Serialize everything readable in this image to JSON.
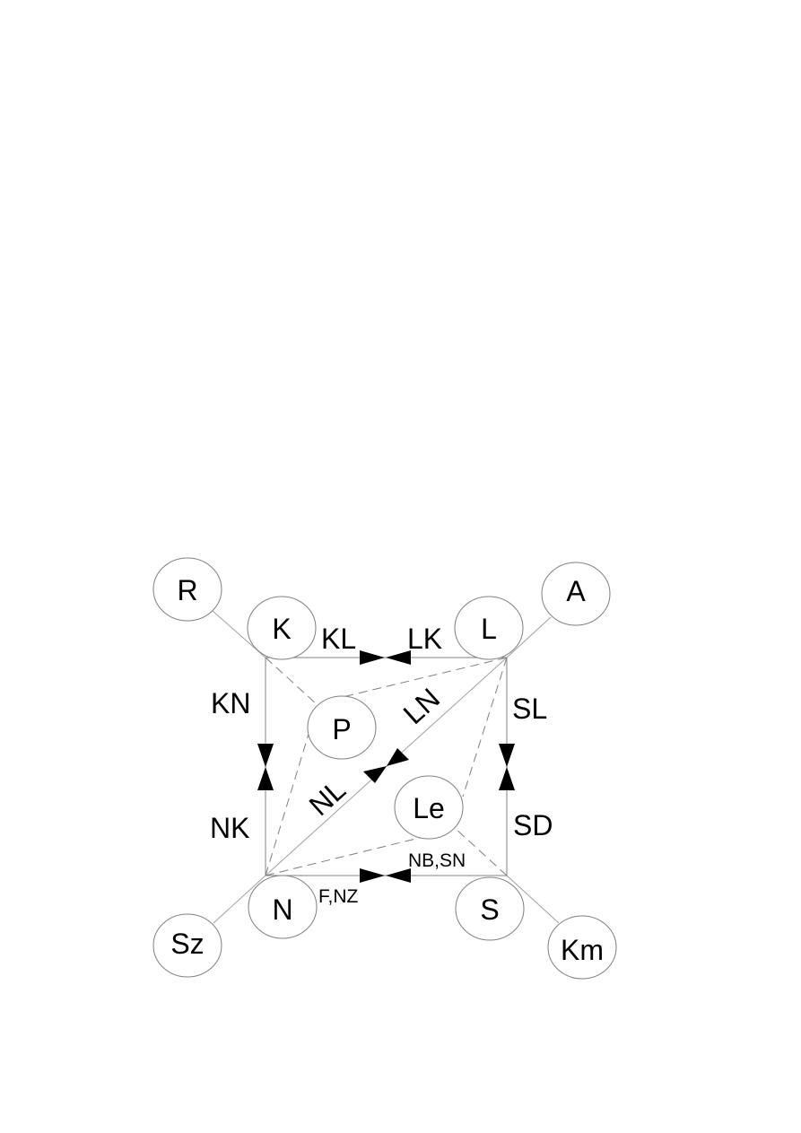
{
  "diagram": {
    "nodes": {
      "R": {
        "label": "R"
      },
      "K": {
        "label": "K"
      },
      "L": {
        "label": "L"
      },
      "A": {
        "label": "A"
      },
      "P": {
        "label": "P"
      },
      "Le": {
        "label": "Le"
      },
      "N": {
        "label": "N"
      },
      "S": {
        "label": "S"
      },
      "Sz": {
        "label": "Sz"
      },
      "Km": {
        "label": "Km"
      }
    },
    "edges": {
      "KL": {
        "label": "KL"
      },
      "LK": {
        "label": "LK"
      },
      "KN": {
        "label": "KN"
      },
      "NK": {
        "label": "NK"
      },
      "SL": {
        "label": "SL"
      },
      "SD": {
        "label": "SD"
      },
      "LN": {
        "label": "LN"
      },
      "NL": {
        "label": "NL"
      },
      "NB_SN": {
        "label": "NB,SN"
      },
      "F_NZ": {
        "label": "F,NZ"
      }
    }
  }
}
